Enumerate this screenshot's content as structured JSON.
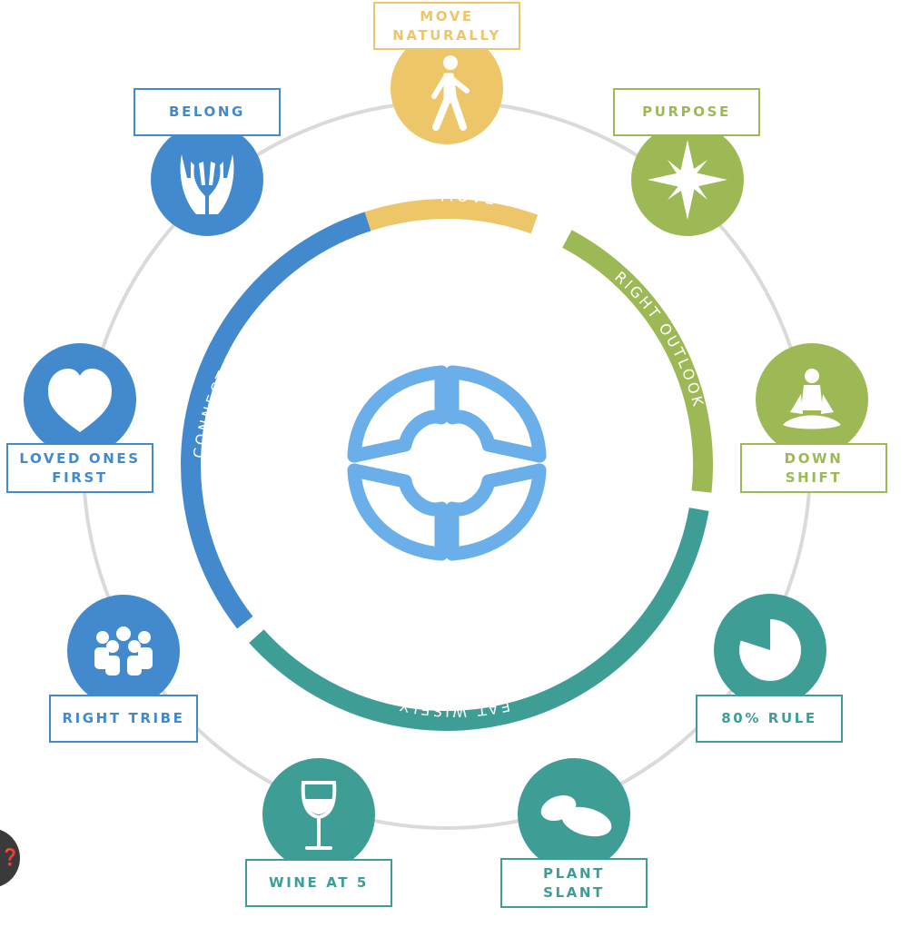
{
  "colors": {
    "yellow": "#EEC66A",
    "lime": "#9DB955",
    "teal": "#3E9E95",
    "blue": "#4289CE",
    "ring": "#DADADA",
    "logo": "#6AAEEA"
  },
  "ring_segments": [
    {
      "id": "move",
      "label": "MOVE",
      "color": "#EEC66A"
    },
    {
      "id": "right-outlook",
      "label": "RIGHT OUTLOOK",
      "color": "#9DB955"
    },
    {
      "id": "eat-wisely",
      "label": "EAT WISELY",
      "color": "#3E9E95"
    },
    {
      "id": "connect",
      "label": "CONNECT",
      "color": "#4289CE"
    }
  ],
  "nodes": [
    {
      "id": "move-naturally",
      "label_lines": [
        "MOVE",
        "NATURALLY"
      ],
      "color": "#EEC66A",
      "icon": "walking-person-icon"
    },
    {
      "id": "purpose",
      "label_lines": [
        "PURPOSE"
      ],
      "color": "#9DB955",
      "icon": "compass-star-icon"
    },
    {
      "id": "down-shift",
      "label_lines": [
        "DOWN",
        "SHIFT"
      ],
      "color": "#9DB955",
      "icon": "meditation-icon"
    },
    {
      "id": "80-rule",
      "label_lines": [
        "80% RULE"
      ],
      "color": "#3E9E95",
      "icon": "pie-80-icon"
    },
    {
      "id": "plant-slant",
      "label_lines": [
        "PLANT",
        "SLANT"
      ],
      "color": "#3E9E95",
      "icon": "beans-icon"
    },
    {
      "id": "wine-at-5",
      "label_lines": [
        "WINE AT 5"
      ],
      "color": "#3E9E95",
      "icon": "wine-glass-icon"
    },
    {
      "id": "right-tribe",
      "label_lines": [
        "RIGHT TRIBE"
      ],
      "color": "#4289CE",
      "icon": "group-icon"
    },
    {
      "id": "loved-ones-first",
      "label_lines": [
        "LOVED ONES",
        "FIRST"
      ],
      "color": "#4289CE",
      "icon": "heart-icon"
    },
    {
      "id": "belong",
      "label_lines": [
        "BELONG"
      ],
      "color": "#4289CE",
      "icon": "hands-icon"
    }
  ]
}
